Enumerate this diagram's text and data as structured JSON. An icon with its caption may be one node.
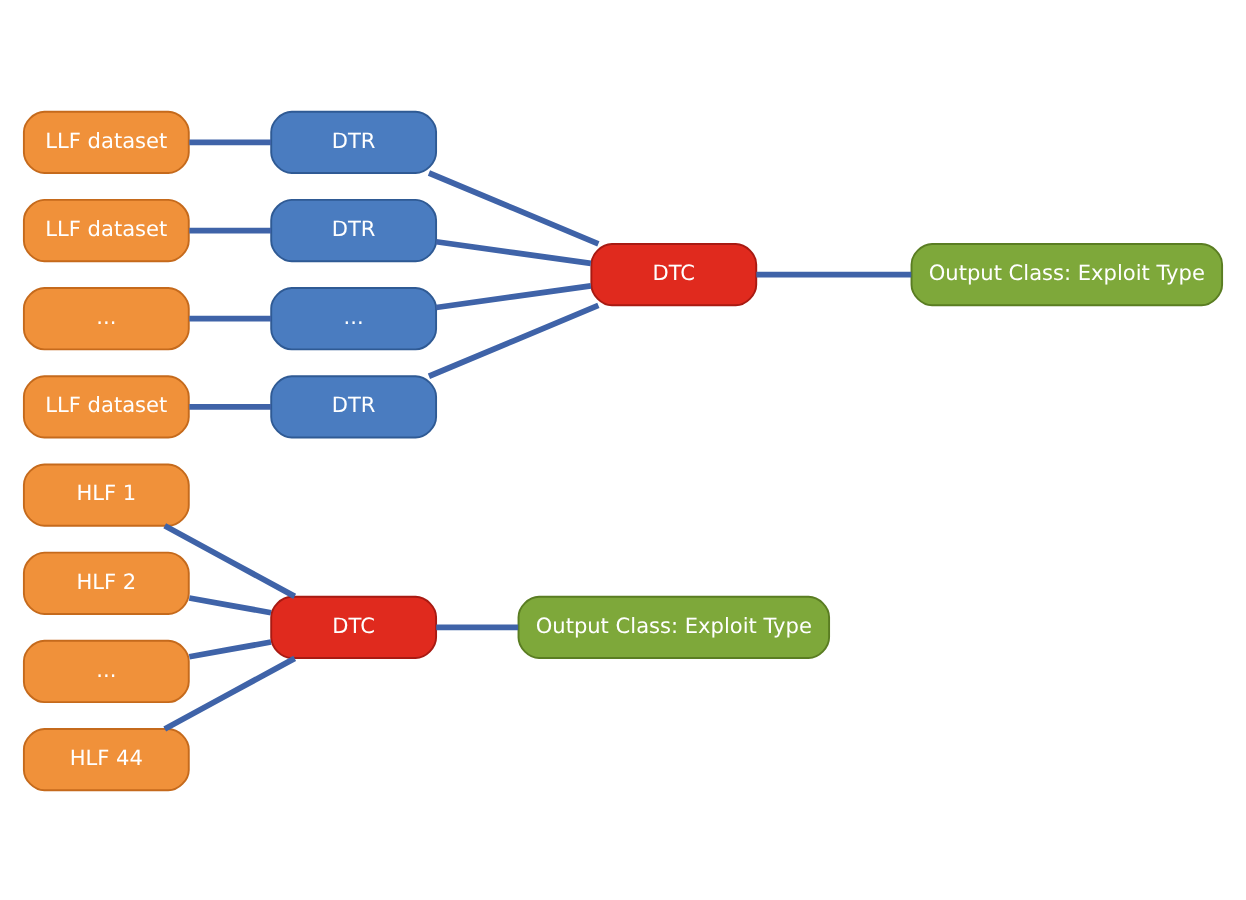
{
  "diagram": {
    "nodes": [
      {
        "text": [
          "HLF 1"
        ]
      },
      {
        "text": [
          "HLF 2"
        ]
      },
      {
        "text": [
          "..."
        ]
      },
      {
        "text": [
          "HLF 44"
        ]
      },
      {
        "text": [
          "DTC"
        ]
      },
      {
        "text": [
          "Output Class: Exploit Type"
        ]
      },
      {
        "text": [
          "LLF dataset"
        ]
      },
      {
        "text": [
          "LLF dataset"
        ]
      },
      {
        "text": [
          "..."
        ]
      },
      {
        "text": [
          "LLF dataset"
        ]
      },
      {
        "text": [
          "DTR"
        ]
      },
      {
        "text": [
          "DTR"
        ]
      },
      {
        "text": [
          "..."
        ]
      },
      {
        "text": [
          "DTR"
        ]
      },
      {
        "text": [
          "DTC"
        ]
      },
      {
        "text": [
          "Output Class: Exploit Type"
        ]
      }
    ],
    "edges": [
      {
        "from": 0,
        "to": 4,
        "arrow": "none"
      },
      {
        "from": 1,
        "to": 4,
        "arrow": "none"
      },
      {
        "from": 2,
        "to": 4,
        "arrow": "none"
      },
      {
        "from": 3,
        "to": 4,
        "arrow": "none"
      },
      {
        "from": 4,
        "to": 5,
        "arrow": "none"
      },
      {
        "from": 6,
        "to": 10,
        "arrow": "none"
      },
      {
        "from": 7,
        "to": 11,
        "arrow": "none"
      },
      {
        "from": 8,
        "to": 12,
        "arrow": "none"
      },
      {
        "from": 9,
        "to": 13,
        "arrow": "none"
      },
      {
        "from": 10,
        "to": 14,
        "arrow": "none"
      },
      {
        "from": 11,
        "to": 14,
        "arrow": "none"
      },
      {
        "from": 12,
        "to": 14,
        "arrow": "none"
      },
      {
        "from": 13,
        "to": 14,
        "arrow": "none"
      },
      {
        "from": 14,
        "to": 15,
        "arrow": "none"
      }
    ]
  }
}
